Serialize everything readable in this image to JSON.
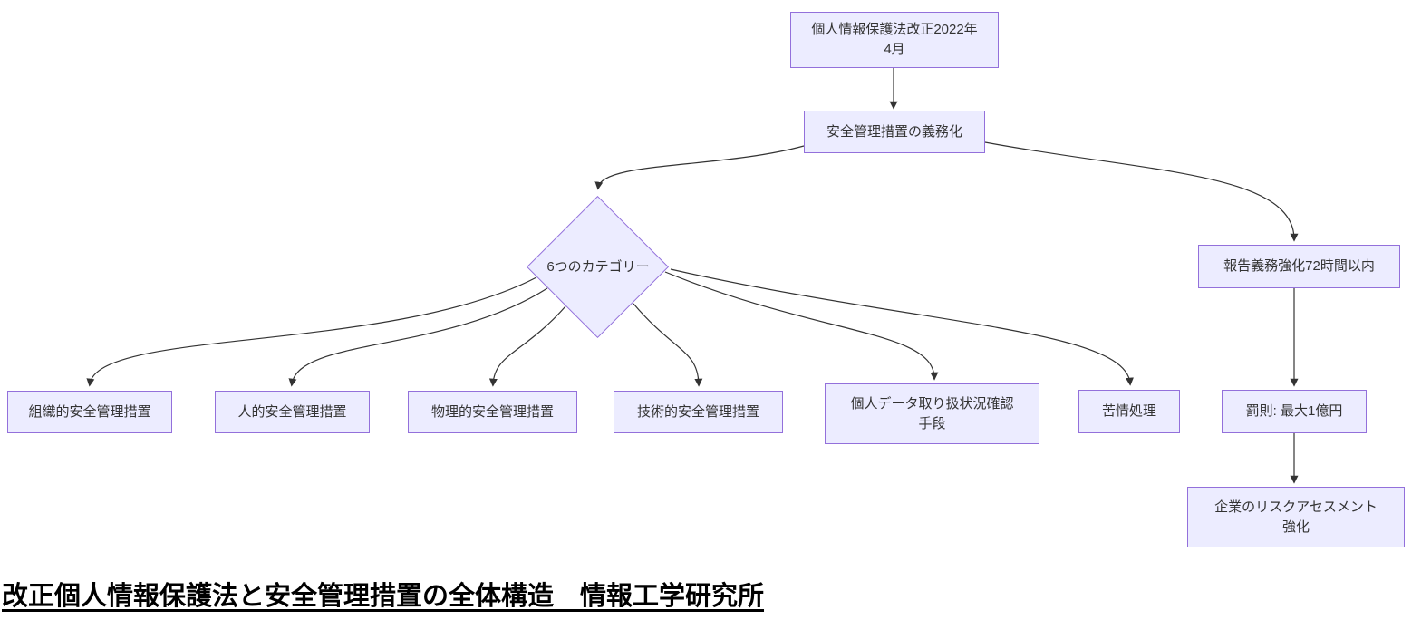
{
  "colors": {
    "node_fill": "#ECECFF",
    "node_border": "#9370DB",
    "edge": "#333333",
    "text": "#333333",
    "caption": "#000000",
    "background": "#ffffff"
  },
  "nodes": {
    "law": {
      "label": "個人情報保護法改正2022年\n4月"
    },
    "obligation": {
      "label": "安全管理措置の義務化"
    },
    "categories": {
      "label": "6つのカテゴリー"
    },
    "report": {
      "label": "報告義務強化72時間以内"
    },
    "org": {
      "label": "組織的安全管理措置"
    },
    "human": {
      "label": "人的安全管理措置"
    },
    "physical": {
      "label": "物理的安全管理措置"
    },
    "technical": {
      "label": "技術的安全管理措置"
    },
    "datacheck": {
      "label": "個人データ取り扱状況確認\n手段"
    },
    "complaint": {
      "label": "苦情処理"
    },
    "penalty": {
      "label": "罰則: 最大1億円"
    },
    "risk": {
      "label": "企業のリスクアセスメント\n強化"
    }
  },
  "caption": "改正個人情報保護法と安全管理措置の全体構造　情報工学研究所"
}
